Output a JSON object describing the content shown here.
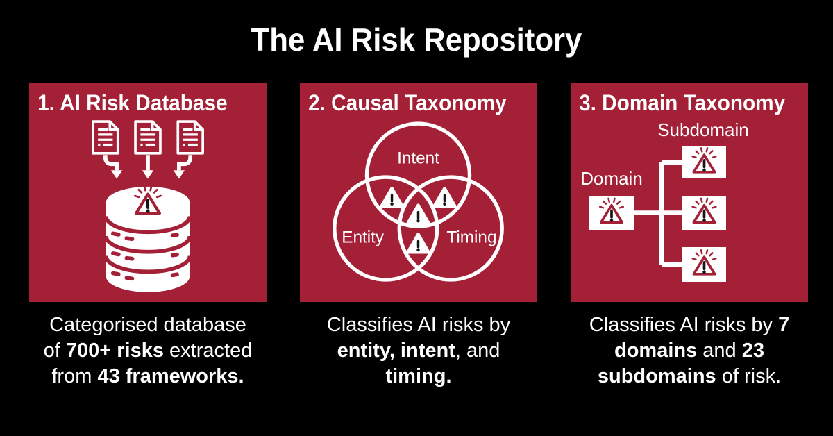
{
  "title": "The AI Risk Repository",
  "colors": {
    "background": "#000000",
    "panel_red": "#A32036",
    "text": "#FFFFFF",
    "alert_dark": "#151515"
  },
  "panels": [
    {
      "header": "1. AI Risk Database",
      "icon": "documents-into-database-icon",
      "caption_lines": [
        [
          {
            "t": "Categorised database",
            "b": false
          }
        ],
        [
          {
            "t": "of ",
            "b": false
          },
          {
            "t": "700+ risks",
            "b": true
          },
          {
            "t": " extracted",
            "b": false
          }
        ],
        [
          {
            "t": "from ",
            "b": false
          },
          {
            "t": "43 frameworks.",
            "b": true
          }
        ]
      ]
    },
    {
      "header": "2. Causal Taxonomy",
      "icon": "venn-diagram-icon",
      "venn": {
        "top": "Intent",
        "left": "Entity",
        "right": "Timing"
      },
      "caption_lines": [
        [
          {
            "t": "Classifies AI risks by",
            "b": false
          }
        ],
        [
          {
            "t": "entity, intent",
            "b": true
          },
          {
            "t": ", and",
            "b": false
          }
        ],
        [
          {
            "t": "timing.",
            "b": true
          }
        ]
      ]
    },
    {
      "header": "3. Domain Taxonomy",
      "icon": "tree-diagram-icon",
      "tree": {
        "parent": "Domain",
        "child": "Subdomain"
      },
      "caption_lines": [
        [
          {
            "t": "Classifies AI risks by ",
            "b": false
          },
          {
            "t": "7",
            "b": true
          }
        ],
        [
          {
            "t": "domains",
            "b": true
          },
          {
            "t": " and ",
            "b": false
          },
          {
            "t": "23",
            "b": true
          }
        ],
        [
          {
            "t": "subdomains",
            "b": true
          },
          {
            "t": " of risk.",
            "b": false
          }
        ]
      ]
    }
  ]
}
